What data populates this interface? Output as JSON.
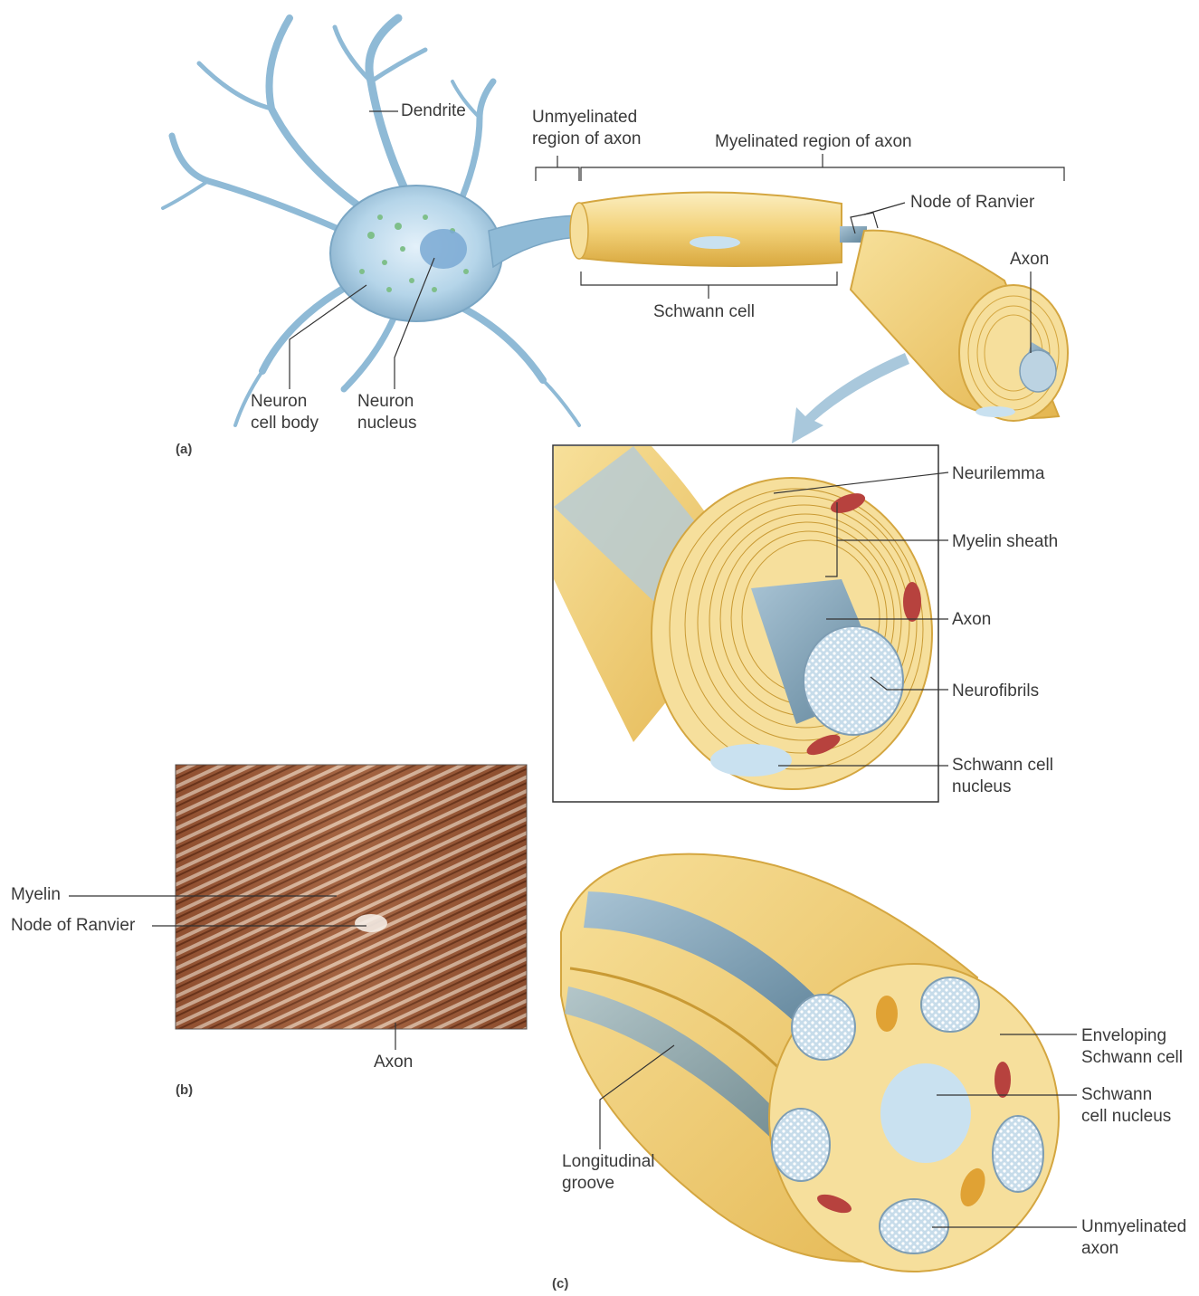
{
  "panel_a": {
    "letter": "(a)",
    "labels": {
      "dendrite": "Dendrite",
      "unmyelinated_region": "Unmyelinated\nregion of axon",
      "myelinated_region": "Myelinated region of axon",
      "node_of_ranvier": "Node of Ranvier",
      "axon": "Axon",
      "schwann_cell": "Schwann cell",
      "neuron_cell_body": "Neuron\ncell body",
      "neuron_nucleus": "Neuron\nnucleus"
    }
  },
  "inset": {
    "labels": {
      "neurilemma": "Neurilemma",
      "myelin_sheath": "Myelin sheath",
      "axon": "Axon",
      "neurofibrils": "Neurofibrils",
      "schwann_cell_nucleus": "Schwann cell\nnucleus"
    }
  },
  "panel_b": {
    "letter": "(b)",
    "labels": {
      "myelin": "Myelin",
      "node_of_ranvier": "Node of Ranvier",
      "axon": "Axon"
    }
  },
  "panel_c": {
    "letter": "(c)",
    "labels": {
      "enveloping_schwann_cell": "Enveloping\nSchwann cell",
      "schwann_cell_nucleus": "Schwann\ncell nucleus",
      "longitudinal_groove": "Longitudinal\ngroove",
      "unmyelinated_axon": "Unmyelinated\naxon"
    }
  },
  "colors": {
    "neuron_blue": "#8fbad6",
    "myelin_yellow": "#f3d27a",
    "axon_grey_blue": "#7e9db3",
    "nucleus_light_blue": "#c9e1f0",
    "micrograph_brown": "#8a4a2c"
  }
}
